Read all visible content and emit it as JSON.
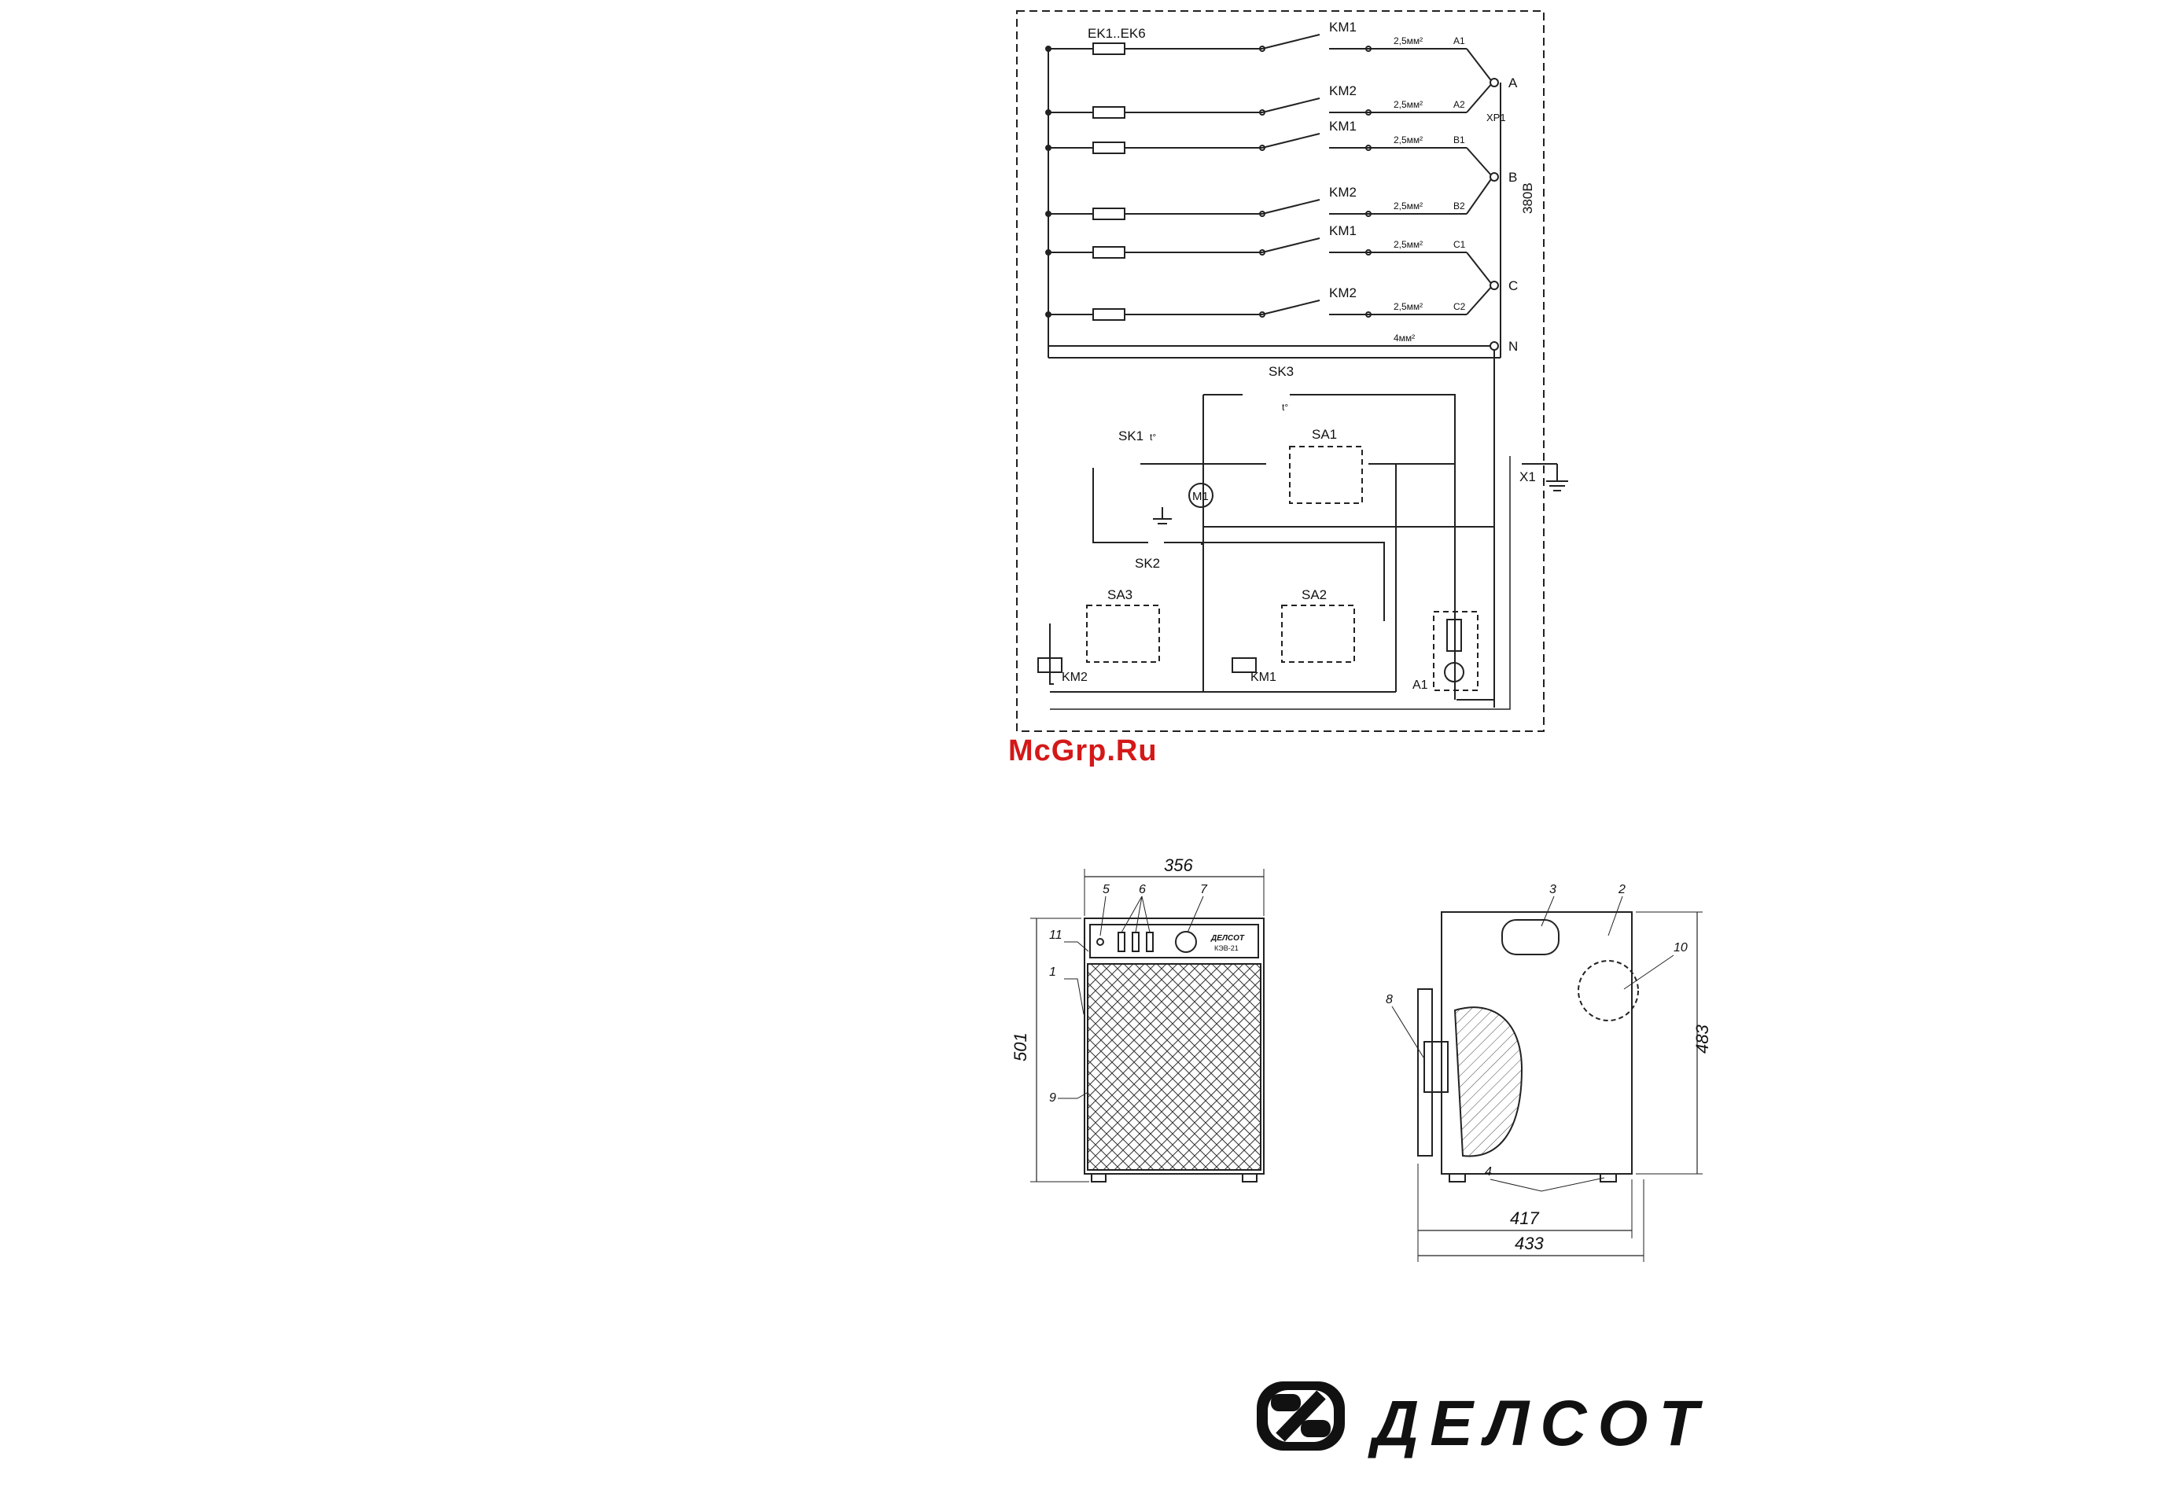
{
  "watermark": "McGrp.Ru",
  "brand": {
    "name": "ДЕЛСОТ",
    "color": "#111111"
  },
  "accent_color": "#d41818",
  "schematic": {
    "heaters_label": "EK1..EK6",
    "rows": [
      {
        "contactor": "KM1",
        "wire": "2,5мм²",
        "phase": "A1"
      },
      {
        "contactor": "KM2",
        "wire": "2,5мм²",
        "phase": "A2"
      },
      {
        "contactor": "KM1",
        "wire": "2,5мм²",
        "phase": "B1"
      },
      {
        "contactor": "KM2",
        "wire": "2,5мм²",
        "phase": "B2"
      },
      {
        "contactor": "KM1",
        "wire": "2,5мм²",
        "phase": "C1"
      },
      {
        "contactor": "KM2",
        "wire": "2,5мм²",
        "phase": "C2"
      }
    ],
    "neutral_wire": "4мм²",
    "terminals": [
      "A",
      "B",
      "C",
      "N"
    ],
    "connector": "XP1",
    "voltage": "380В",
    "ground_terminal": "X1",
    "labels": {
      "sk1": "SK1",
      "sk2": "SK2",
      "sk3": "SK3",
      "temp_mark": "t°",
      "sa1": "SA1",
      "sa2": "SA2",
      "sa3": "SA3",
      "motor": "M1",
      "km1": "KM1",
      "km2": "KM2",
      "lamp": "A1"
    }
  },
  "front_view": {
    "width_dim": "356",
    "height_dim": "501",
    "callouts": [
      "5",
      "6",
      "7",
      "11",
      "1",
      "9"
    ],
    "panel_brand": "ДЕЛСОТ",
    "panel_model": "КЭВ-21"
  },
  "side_view": {
    "height_dim": "483",
    "depth_dim_inner": "417",
    "depth_dim_outer": "433",
    "callouts": [
      "3",
      "2",
      "10",
      "8",
      "4"
    ]
  }
}
